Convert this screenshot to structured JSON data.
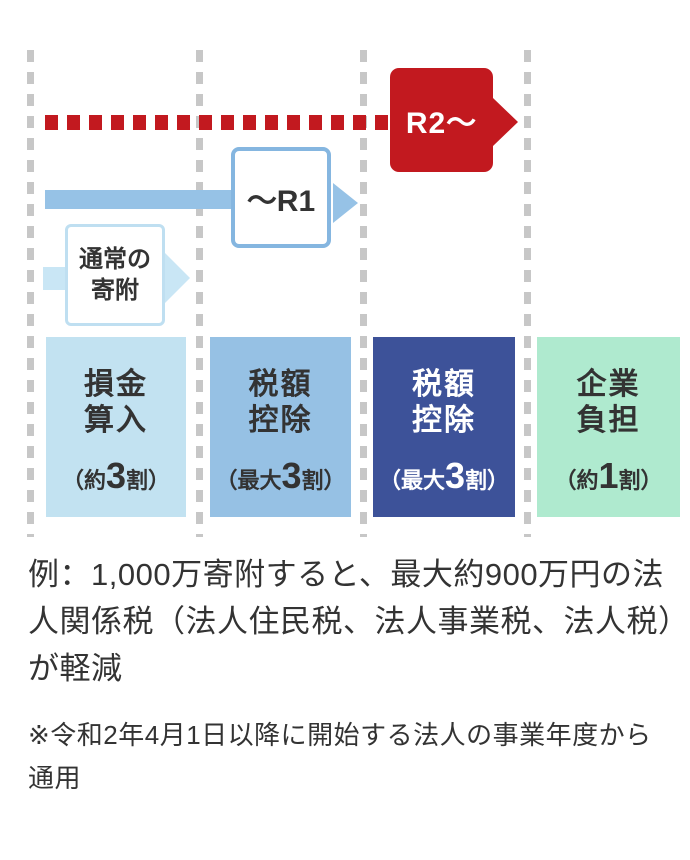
{
  "diagram": {
    "timelines": {
      "r2_label": "R2～",
      "r1_label": "～R1",
      "normal_donation_line1": "通常の",
      "normal_donation_line2": "寄附"
    },
    "stages": [
      {
        "title_line1": "損金",
        "title_line2": "算入",
        "sub_prefix": "（約",
        "sub_digit": "3",
        "sub_suffix": "割）",
        "bg": "#c2e2f1",
        "text_color": "#333333"
      },
      {
        "title_line1": "税額",
        "title_line2": "控除",
        "sub_prefix": "（最大",
        "sub_digit": "3",
        "sub_suffix": "割）",
        "bg": "#96c1e4",
        "text_color": "#333333"
      },
      {
        "title_line1": "税額",
        "title_line2": "控除",
        "sub_prefix": "（最大",
        "sub_digit": "3",
        "sub_suffix": "割）",
        "bg": "#3d5299",
        "text_color": "#ffffff"
      },
      {
        "title_line1": "企業",
        "title_line2": "負担",
        "sub_prefix": "（約",
        "sub_digit": "1",
        "sub_suffix": "割）",
        "bg": "#afeacf",
        "text_color": "#333333"
      }
    ],
    "example_text": "例：1,000万寄附すると、最大約900万円の法人関係税（法人住民税、法人事業税、法人税）が軽減",
    "note_text": "※令和2年4月1日以降に開始する法人の事業年度から通用",
    "colors": {
      "red_accent": "#c2191f",
      "blue_arrow": "#96c2e6",
      "r1_box_border": "#85b6e0",
      "light_blue_arrow": "#c9e6f5",
      "donation_box_border": "#bfdff1",
      "guide_line_gray": "#c7c7c7",
      "stage3_dark_blue": "#3d5299",
      "stage4_green": "#afeacf"
    }
  }
}
